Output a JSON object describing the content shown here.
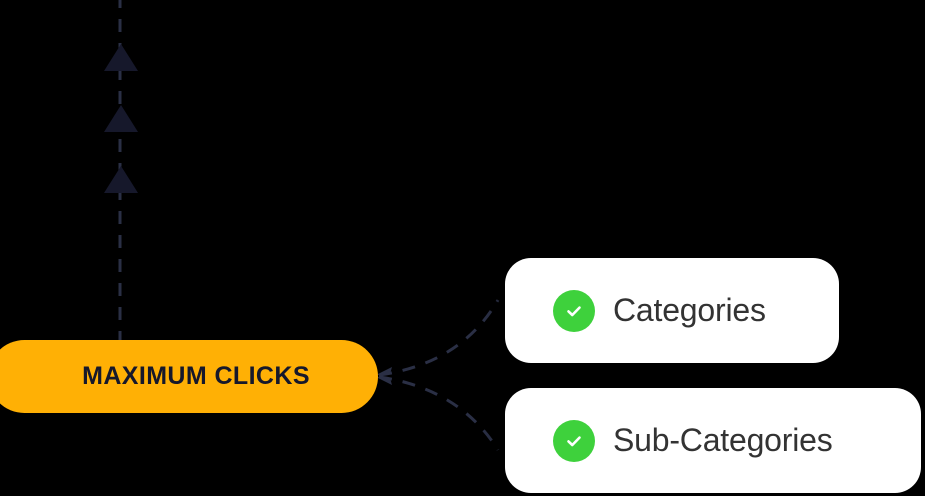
{
  "diagram": {
    "background_color": "#000000",
    "accent_color": "#FFB005",
    "check_color": "#3ED13C",
    "line_color": "#2A2F45",
    "card_text_color": "#333333",
    "root": {
      "label": "MAXIMUM CLICKS",
      "shape": "pill",
      "fill": "#FFB005",
      "text_color": "#16182B"
    },
    "branches": [
      {
        "label": "Categories",
        "icon": "check-circle-icon",
        "icon_color": "#3ED13C"
      },
      {
        "label": "Sub-Categories",
        "icon": "check-circle-icon",
        "icon_color": "#3ED13C"
      }
    ],
    "upward_flow": {
      "arrow_count": 3,
      "arrow_color": "#16182B",
      "line_style": "dashed",
      "direction": "up"
    }
  }
}
